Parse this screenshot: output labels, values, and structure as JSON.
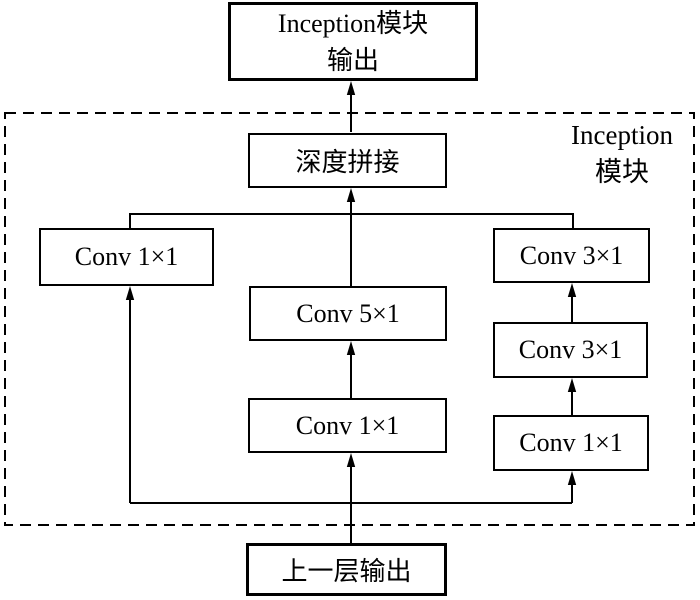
{
  "diagram": {
    "output_box": {
      "line1": "Inception模块",
      "line2": "输出"
    },
    "module_label": {
      "line1": "Inception",
      "line2": "模块"
    },
    "concat_box": {
      "label": "深度拼接"
    },
    "branches": {
      "left": {
        "conv": "Conv 1×1"
      },
      "middle": {
        "conv_top": "Conv 5×1",
        "conv_bottom": "Conv 1×1"
      },
      "right": {
        "conv_top": "Conv 3×1",
        "conv_middle": "Conv 3×1",
        "conv_bottom": "Conv 1×1"
      }
    },
    "input_box": {
      "label": "上一层输出"
    },
    "colors": {
      "line": "#000000",
      "box_border": "#000000",
      "box_fill": "#ffffff",
      "background": "#ffffff",
      "text": "#000000"
    }
  }
}
